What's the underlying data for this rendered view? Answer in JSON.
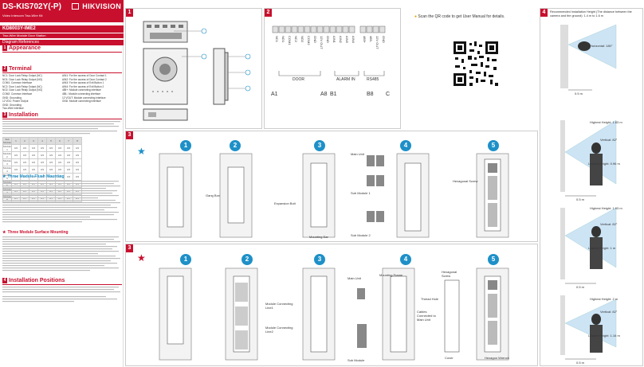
{
  "header": {
    "model": "DS-KIS702Y(-P)",
    "subtitle": "Video Intercom Two-Wire Kit",
    "brand": "HIKVISION"
  },
  "module": {
    "model": "KD8003Y-IME2",
    "subtitle": "Two-Wire Module Door Station"
  },
  "sections": {
    "diagram_references": "Diagram References",
    "appearance": {
      "num": "1",
      "title": "Appearance"
    },
    "terminal": {
      "num": "2",
      "title": "Terminal"
    },
    "installation": {
      "num": "3",
      "title": "Installation"
    },
    "three_flush": "Three Module Flush Mounting",
    "three_surface": "Three Module Surface Mounting",
    "install_positions": {
      "num": "4",
      "title": "Installation Positions"
    }
  },
  "terminals": [
    "NC1: Door Lock Relay Output (NC)",
    "NO1: Door Lock Relay Output (NO)",
    "COM1: Common Interface",
    "NC2: Door Lock Relay Output (NC)",
    "NO2: Door Lock Relay Output (NO)",
    "COM2: Common Interface",
    "GND: Grounding",
    "12 VDC: Power Output",
    "GND: Grounding",
    "Two-Wire Interface",
    "AIN1: For the access of Door Contact 1",
    "AIN2: For the access of Door Contact 2",
    "AIN3: For the access of Exit Button 1",
    "AIN4: For the access of Exit Button 2",
    "485+: Module connecting interface",
    "485-: Module connecting interface",
    "12 VOUT: Module connecting interface",
    "GND: Module connecting interface"
  ],
  "cable_table": {
    "headers": [
      "Sub Module",
      "1",
      "2",
      "3",
      "4",
      "5",
      "6",
      "7",
      "8"
    ],
    "rows": [
      [
        "Module 1",
        "3/4",
        "3/4",
        "3/4",
        "3/4",
        "3/4",
        "3/4",
        "3/4",
        "3/4"
      ],
      [
        "Module 2",
        "3/4",
        "3/4",
        "3/4",
        "3/4",
        "3/4",
        "3/4",
        "3/4",
        "3/4"
      ],
      [
        "Module 3",
        "3/4",
        "3/4",
        "3/4",
        "3/4",
        "3/4",
        "3/4",
        "3/4",
        "3/4"
      ],
      [
        "Module 4",
        "3/4",
        "3/4",
        "3/4",
        "3/4",
        "3/4",
        "3/4",
        "3/4",
        "3/4"
      ],
      [
        "Module 5",
        "3/4",
        "3/4",
        "3/4",
        "3/4",
        "3/4",
        "3/4",
        "3/4",
        "3/4"
      ],
      [
        "Module 6",
        "3/4",
        "3/4",
        "3/4",
        "3/4",
        "3/4",
        "3/4",
        "3/4",
        "3/4"
      ],
      [
        "Module 7",
        "3/4",
        "3/4",
        "3/4",
        "3/4",
        "3/4",
        "3/4",
        "3/4",
        "3/4"
      ],
      [
        "Module 8",
        "3/4",
        "3/4",
        "3/4",
        "3/4",
        "3/4",
        "3/4",
        "3/4",
        "3/4"
      ]
    ]
  },
  "panel2": {
    "labels": [
      "NC1",
      "NO1",
      "COM1",
      "NC2",
      "NO2",
      "COM2",
      "GND",
      "12V OUT",
      "GND",
      "AIN1",
      "AIN2",
      "AIN3",
      "AIN4",
      "485+",
      "485-",
      "12V OUT",
      "GND"
    ],
    "groups": [
      "DOOR",
      "ALARM IN",
      "RS485"
    ],
    "connectors": [
      "A1",
      "A8",
      "B1",
      "B8",
      "C"
    ]
  },
  "qr": {
    "text": "Scan the QR code to get User Manual for details."
  },
  "panel4": {
    "title": "Recommended Installation Height (The distance between the camera and the ground): 1.4 m to 1.6 m",
    "horizontal": "Horizontal: 180°",
    "vertical1": "Vertical: 82°",
    "vertical2": "Vertical: 82°",
    "vertical3": "Vertical: 82°",
    "highest1": "Highest Height: 1.83 m",
    "lowest1": "Lowest Height: 0.96 m",
    "highest2": "Highest Height: 1.93 m",
    "lowest2": "Lowest Height: 1 m",
    "highest3": "Highest Height: 2 m",
    "lowest3": "Lowest Height: 1.16 m",
    "d1": "0.5 m",
    "d2": "0.5 m",
    "d3": "0.5 m",
    "d4": "0.5 m"
  },
  "panel3a": {
    "steps": [
      "1",
      "2",
      "3",
      "4",
      "5"
    ],
    "gang_box": "Gang Box",
    "expansion_bolt": "Expansion Bolt",
    "mounting_ear": "Mounting Ear",
    "main_unit": "Main Unit",
    "sub1": "Sub Module 1",
    "sub2": "Sub Module 2",
    "hex_screw": "Hexagonal Screw"
  },
  "panel3b": {
    "steps": [
      "1",
      "2",
      "3",
      "4",
      "5"
    ],
    "mcl1": "Module Connecting Line1",
    "mcl2": "Module Connecting Line2",
    "main_unit": "Main Unit",
    "mounting_frame": "Mounting Frame",
    "thread_hole": "Thread Hole",
    "cables": "Cables Connected to Main Unit",
    "sub_module": "Sub Module",
    "hex_screw": "Hexagonal Screw",
    "cover": "Cover",
    "hex_wrench": "Hexagon Wrench"
  },
  "colors": {
    "accent": "#c8102e",
    "step": "#1e90c8"
  }
}
